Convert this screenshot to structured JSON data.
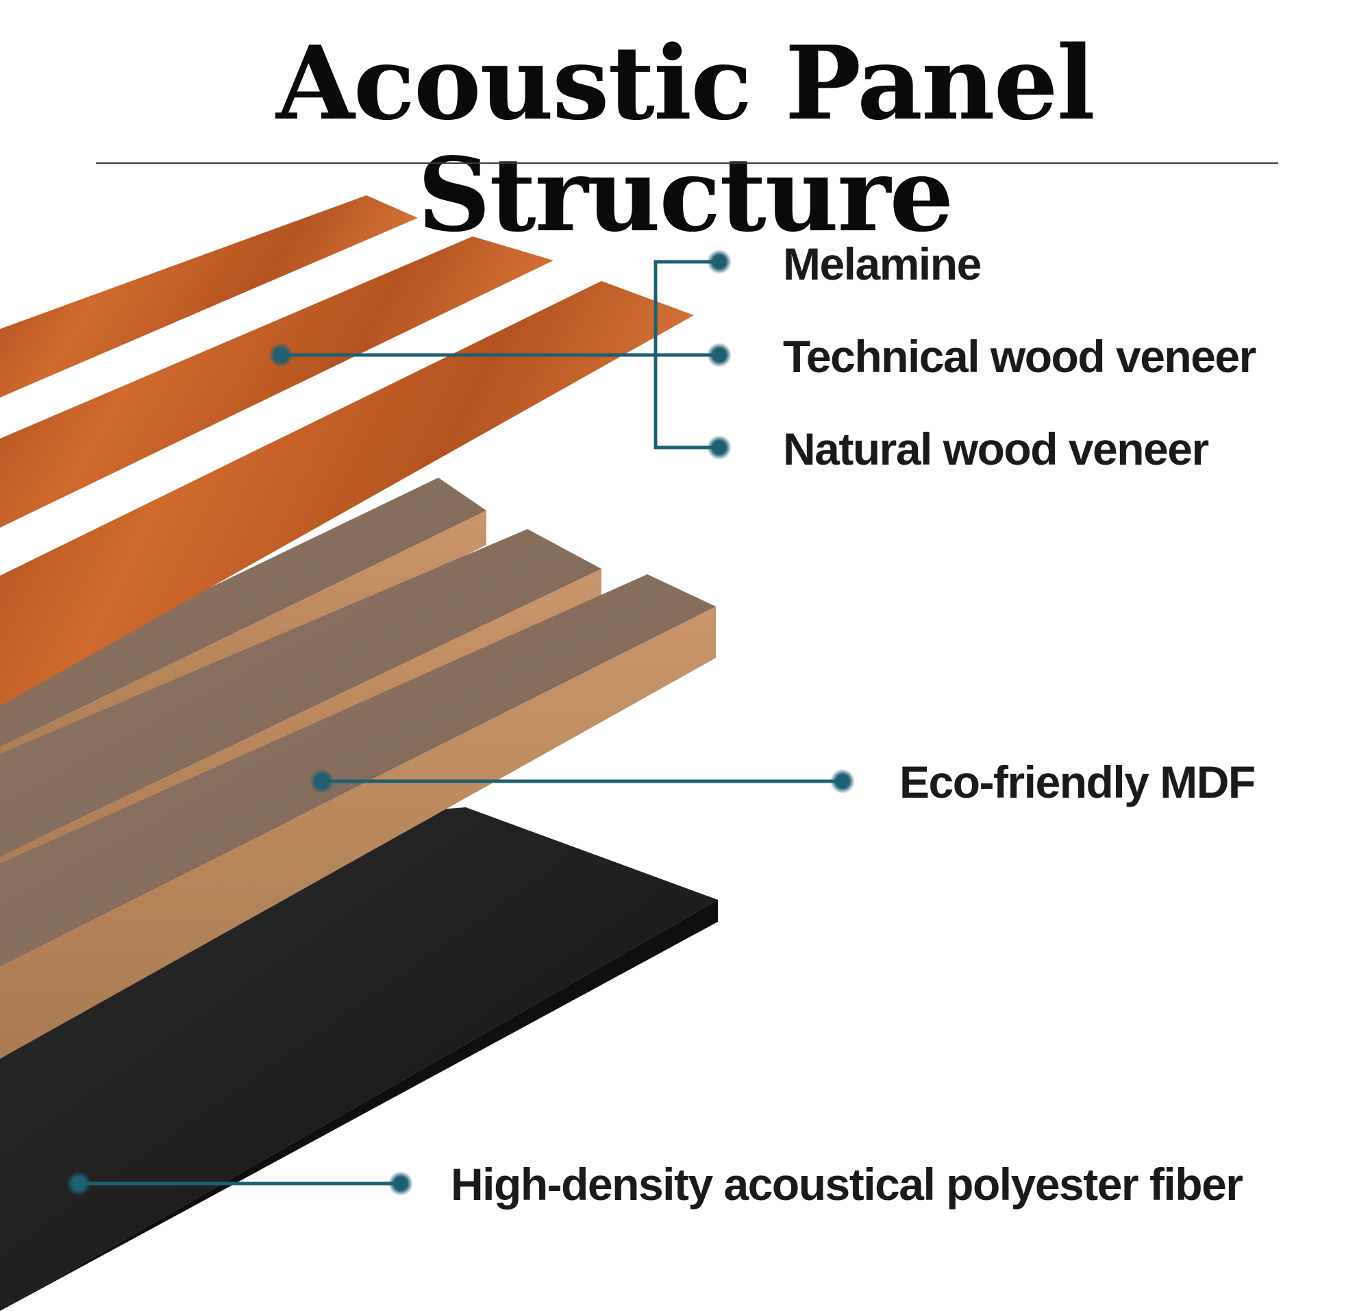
{
  "title": "Acoustic Panel Structure",
  "layers": {
    "surface": [
      {
        "label": "Melamine"
      },
      {
        "label": "Technical wood veneer"
      },
      {
        "label": "Natural wood veneer"
      }
    ],
    "core": {
      "label": "Eco-friendly MDF"
    },
    "backing": {
      "label": "High-density acoustical polyester fiber"
    }
  },
  "colors": {
    "connector": "#1d5f73",
    "dot": "#1d5f73",
    "veneer": "#b9521d",
    "mdf_top": "#8b725f",
    "mdf_edge": "#b7875a",
    "felt": "#1c1c1c"
  }
}
